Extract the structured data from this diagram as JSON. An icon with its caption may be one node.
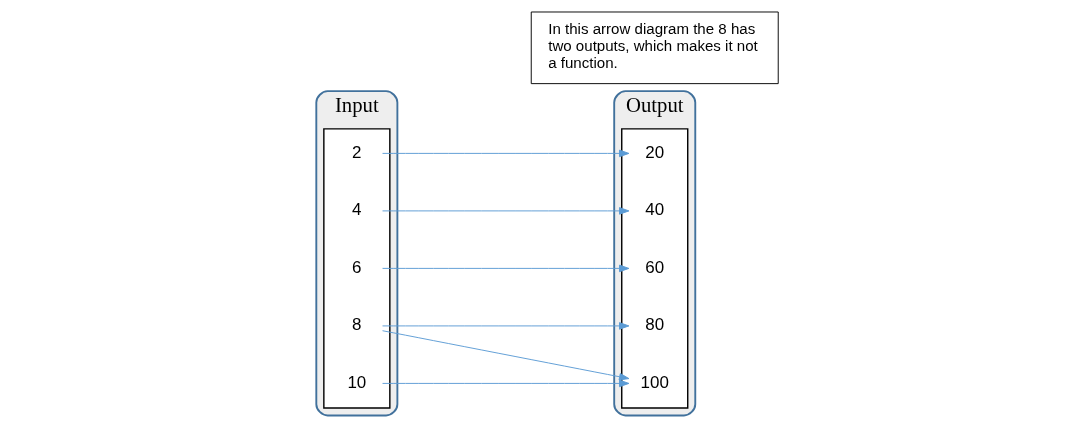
{
  "diagram": {
    "nodes": [
      {
        "text": [
          "Input"
        ]
      },
      {
        "text": [],
        "shape": "box",
        "in": 0
      },
      {
        "text": [
          "2"
        ],
        "in": 1
      },
      {
        "text": [
          "4"
        ],
        "in": 1
      },
      {
        "text": [
          "6"
        ],
        "in": 1
      },
      {
        "text": [
          "8"
        ],
        "in": 1
      },
      {
        "text": [
          "10"
        ],
        "in": 1
      },
      {
        "text": [
          "Output"
        ]
      },
      {
        "text": [],
        "shape": "box",
        "in": 7
      },
      {
        "text": [
          "20"
        ],
        "in": 8
      },
      {
        "text": [
          "40"
        ],
        "in": 8
      },
      {
        "text": [
          "60"
        ],
        "in": 8
      },
      {
        "text": [
          "80"
        ],
        "in": 8
      },
      {
        "text": [
          "100"
        ],
        "in": 8
      },
      {
        "text": [
          "In this arrow diagram the 8 has two outputs, which makes it not a function."
        ]
      }
    ],
    "edges": [
      {
        "from": 2,
        "to": 9,
        "arrow": "to"
      },
      {
        "from": 3,
        "to": 10,
        "arrow": "to"
      },
      {
        "from": 4,
        "to": 11,
        "arrow": "to"
      },
      {
        "from": 5,
        "to": 12,
        "arrow": "to"
      },
      {
        "from": 5,
        "to": 13,
        "arrow": "to"
      },
      {
        "from": 6,
        "to": 13,
        "arrow": "to"
      }
    ]
  }
}
